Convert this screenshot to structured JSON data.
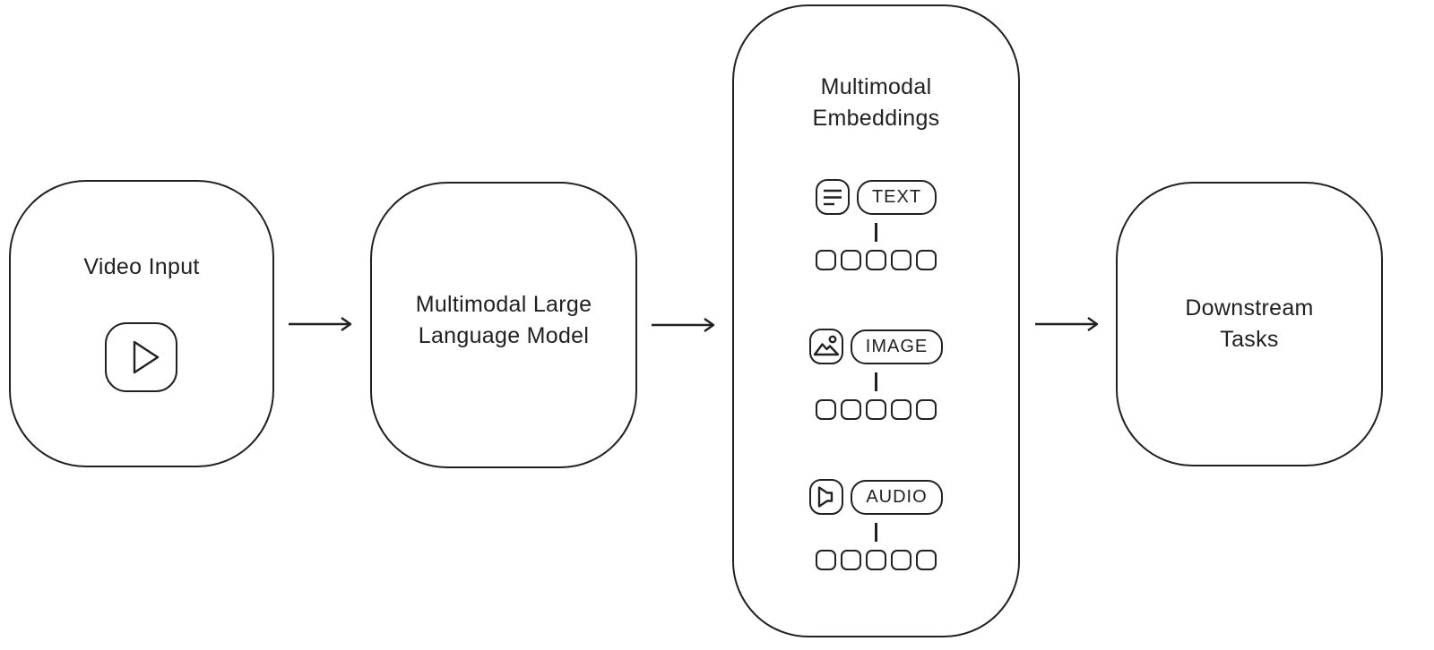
{
  "colors": {
    "stroke": "#212121",
    "background": "#ffffff"
  },
  "flow": {
    "video_input": {
      "label": "Video Input",
      "icon": "play-icon"
    },
    "mllm": {
      "label_lines": [
        "Multimodal Large",
        "Language Model"
      ]
    },
    "embeddings": {
      "title_lines": [
        "Multimodal",
        "Embeddings"
      ],
      "rows": [
        {
          "tag": "TEXT",
          "icon": "text-lines-icon",
          "token_count": 5
        },
        {
          "tag": "IMAGE",
          "icon": "image-icon",
          "token_count": 5
        },
        {
          "tag": "AUDIO",
          "icon": "speaker-icon",
          "token_count": 5
        }
      ]
    },
    "downstream": {
      "label_lines": [
        "Downstream",
        "Tasks"
      ]
    },
    "arrow_count": 3
  }
}
